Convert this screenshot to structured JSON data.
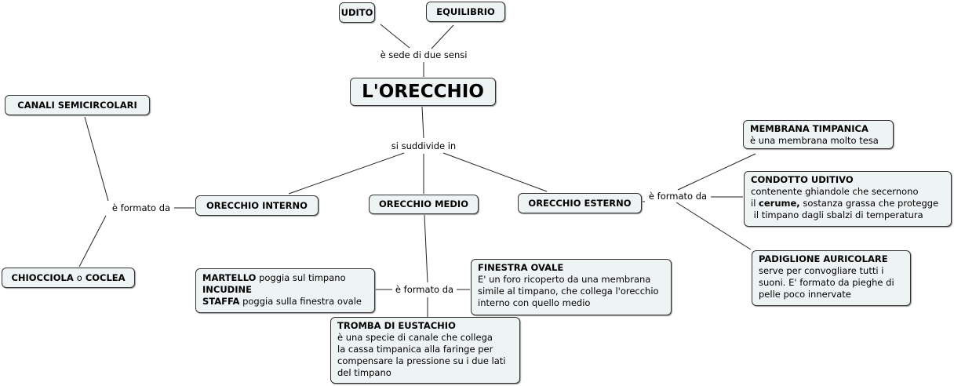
{
  "root": {
    "title": "L'ORECCHIO"
  },
  "senses": {
    "link": "è sede di due sensi",
    "items": [
      "UDITO",
      "EQUILIBRIO"
    ]
  },
  "division": {
    "link": "si suddivide in"
  },
  "interno": {
    "title": "ORECCHIO INTERNO",
    "link": "è formato da",
    "canali": "CANALI SEMICIRCOLARI",
    "chiocciola": {
      "a": "CHIOCCIOLA",
      "or": "o",
      "b": "COCLEA"
    }
  },
  "medio": {
    "title": "ORECCHIO MEDIO",
    "link": "è formato da",
    "ossicini": {
      "martello": "MARTELLO",
      "martello_desc": "poggia sul timpano",
      "incudine": "INCUDINE",
      "staffa": "STAFFA",
      "staffa_desc": "poggia sulla finestra ovale"
    },
    "finestra": {
      "title": "FINESTRA OVALE",
      "lines": [
        "E' un foro ricoperto da una membrana",
        "simile al timpano, che collega l'orecchio",
        "interno con quello medio"
      ]
    },
    "tromba": {
      "title": "TROMBA DI EUSTACHIO",
      "lines": [
        "è una specie di canale che collega",
        "la cassa timpanica alla faringe per",
        "compensare la pressione su i due lati",
        "del timpano"
      ]
    }
  },
  "esterno": {
    "title": "ORECCHIO ESTERNO",
    "link": "è formato da",
    "membrana": {
      "title": "MEMBRANA TIMPANICA",
      "lines": [
        "è una membrana molto tesa"
      ]
    },
    "condotto": {
      "title": "CONDOTTO UDITIVO",
      "line1": "contenente ghiandole che secernono",
      "line2_pre": "il ",
      "line2_bold": "cerume,",
      "line2_post": " sostanza grassa che protegge",
      "line3": " il timpano dagli sbalzi di temperatura"
    },
    "padiglione": {
      "title": "PADIGLIONE AURICOLARE",
      "lines": [
        "serve per convogliare tutti i",
        "suoni. E' formato da pieghe di",
        "pelle poco innervate"
      ]
    }
  },
  "colors": {
    "node_fill": "#eef3f4",
    "border": "#333333"
  }
}
